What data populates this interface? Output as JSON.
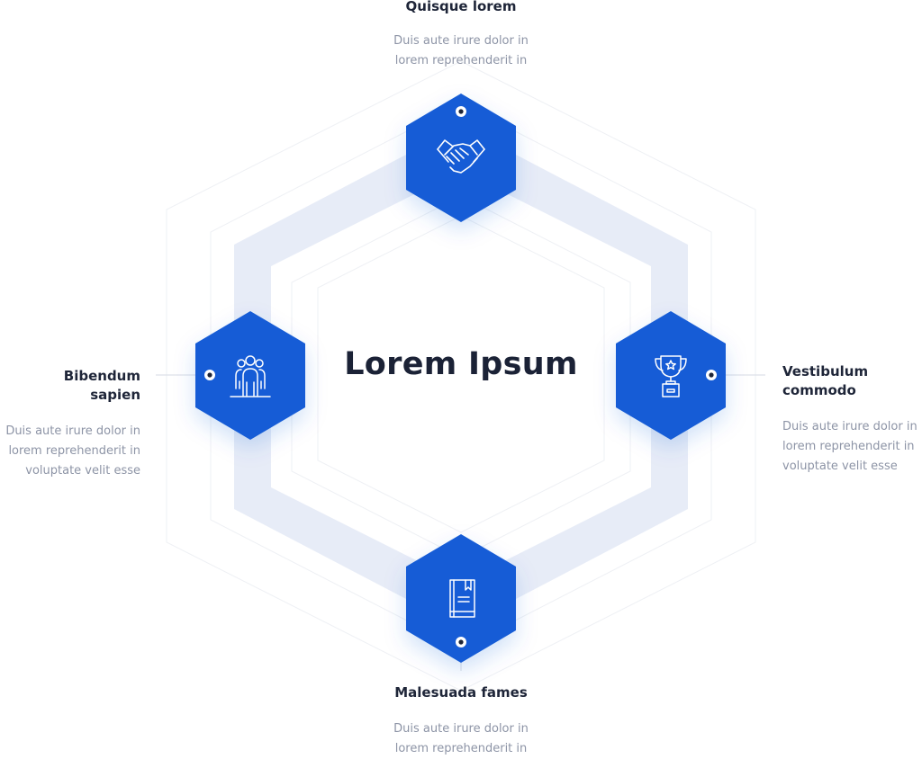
{
  "center": {
    "title": "Lorem Ipsum"
  },
  "colors": {
    "accent": "#135bd6",
    "ring": "#e7ecf7",
    "outline": "#eef0f4",
    "title_text": "#1b2236",
    "desc_text": "#8d94a6"
  },
  "nodes": {
    "top": {
      "title": "Quisque lorem",
      "desc_line1": "Duis aute irure dolor in",
      "desc_line2": "lorem reprehenderit in",
      "icon": "handshake-icon"
    },
    "left": {
      "title_line1": "Bibendum",
      "title_line2": "sapien",
      "desc_line1": "Duis aute irure dolor in",
      "desc_line2": "lorem reprehenderit in",
      "desc_line3": "voluptate velit esse",
      "icon": "team-icon"
    },
    "right": {
      "title_line1": "Vestibulum",
      "title_line2": "commodo",
      "desc_line1": "Duis aute irure dolor in",
      "desc_line2": "lorem reprehenderit in",
      "desc_line3": "voluptate velit esse",
      "icon": "trophy-icon"
    },
    "bottom": {
      "title": "Malesuada fames",
      "desc_line1": "Duis aute irure dolor in",
      "desc_line2": "lorem reprehenderit in",
      "icon": "book-icon"
    }
  }
}
